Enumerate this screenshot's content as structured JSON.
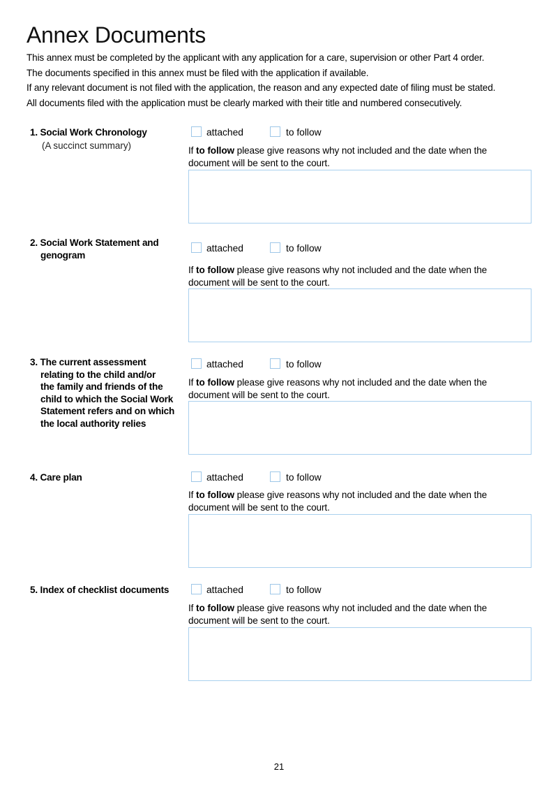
{
  "title": "Annex Documents",
  "intro": [
    "This annex must be completed by the applicant with any application for a care, supervision or other Part 4 order.",
    "The documents specified in this annex must be filed with the application if available.",
    "If any relevant document is not filed with the application, the reason and any expected date of filing must be stated.",
    "All documents filed with the application must be clearly marked with their title and numbered consecutively."
  ],
  "options": {
    "attached": "attached",
    "to_follow": "to follow"
  },
  "reason": {
    "prefix": "If ",
    "bold": "to follow",
    "suffix": " please give reasons why not included and the date when the document will be sent to the court."
  },
  "sections": [
    {
      "number": "1.",
      "lines": [
        "Social Work Chronology"
      ],
      "note": "(A succinct summary)",
      "attached_checked": false,
      "to_follow_checked": false,
      "reasons_value": ""
    },
    {
      "number": "2.",
      "lines": [
        "Social Work Statement and",
        "genogram"
      ],
      "note": "",
      "attached_checked": false,
      "to_follow_checked": false,
      "reasons_value": ""
    },
    {
      "number": "3.",
      "lines": [
        "The current assessment",
        "relating to the child and/or",
        "the family and friends of the",
        "child to which the Social Work",
        "Statement refers and on which",
        "the local authority relies"
      ],
      "note": "",
      "attached_checked": false,
      "to_follow_checked": false,
      "reasons_value": ""
    },
    {
      "number": "4.",
      "lines": [
        "Care plan"
      ],
      "note": "",
      "attached_checked": false,
      "to_follow_checked": false,
      "reasons_value": ""
    },
    {
      "number": "5.",
      "lines": [
        "Index of checklist documents"
      ],
      "note": "",
      "attached_checked": false,
      "to_follow_checked": false,
      "reasons_value": ""
    }
  ],
  "page_number": "21",
  "colors": {
    "checkbox_border": "#9ec7e8",
    "textbox_border": "#a9d0ee"
  }
}
